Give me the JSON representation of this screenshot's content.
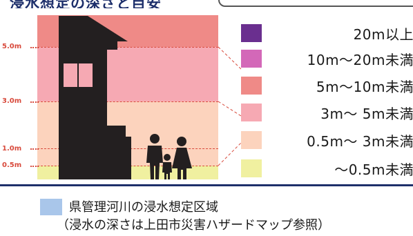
{
  "header": {
    "title": "浸水想定の深さと目安"
  },
  "depth_axis": {
    "labels": [
      "5.0m",
      "3.0m",
      "1.0m",
      "0.5m"
    ]
  },
  "legend": {
    "items": [
      {
        "label": "20m以上",
        "color": "#6a2f8f"
      },
      {
        "label": "10m～20m未満",
        "color": "#d368b8"
      },
      {
        "label": "5m～10m未満",
        "color": "#ef8a87"
      },
      {
        "label": "3m～ 5m未満",
        "color": "#f6a9b3"
      },
      {
        "label": "0.5m～ 3m未満",
        "color": "#fcd3bd"
      },
      {
        "label": "～0.5m未満",
        "color": "#f0f0a0"
      }
    ]
  },
  "note": {
    "color": "#a9c6ea",
    "line1": "県管理河川の浸水想定区域",
    "line2": "（浸水の深さは上田市災害ハザードマップ参照）"
  }
}
